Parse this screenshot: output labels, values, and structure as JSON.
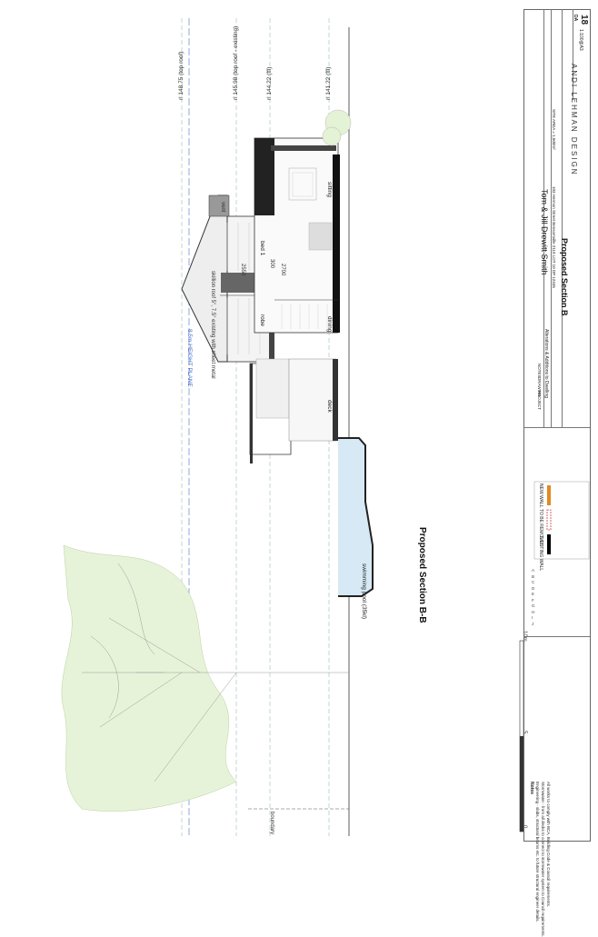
{
  "drawing": {
    "section_title": "Proposed Section B-B",
    "levels": [
      {
        "label": "rl 148.75 (top roof)"
      },
      {
        "label": "rl 145.98 (top roof - existing)"
      },
      {
        "label": "rl 144.22 (ffl)"
      },
      {
        "label": "rl 141.22 (ffl)"
      }
    ],
    "height_plane": "8.5m HEIGHT PLANE",
    "rooms": {
      "bed1": "bed 1",
      "robe": "robe",
      "sitting": "sitting",
      "dining": "dining",
      "deck": "deck",
      "pool": "swimming pool (35kl)",
      "vent": "vent"
    },
    "dimensions": {
      "d2550": "2550",
      "d300": "300",
      "d2700": "2700"
    },
    "roof_note": "skillion roof 5°, 7.5° existing with sheet metal",
    "boundary": "boundary",
    "scale_ticks": [
      "0",
      "5",
      "10m"
    ]
  },
  "legend": {
    "items": [
      {
        "label": "EXISTING WALL",
        "color": "#000000"
      },
      {
        "label": "TO BE REMOVED",
        "color": "#d04040"
      },
      {
        "label": "NEW WALL",
        "color": "#e08a20"
      }
    ]
  },
  "revisions": {
    "rows": [
      "A",
      "B",
      "C",
      "D",
      "E",
      "F",
      "G",
      "H",
      "I",
      "J"
    ]
  },
  "notes": {
    "heading": "Notes",
    "lines": [
      "Engineering - slabs, structural beams etc. to future structural engineer details.",
      "Stormwater - from all decks to connect to stormwater system to Council requirements.",
      "All works to comply with BCA, Building Code & Council requirements."
    ]
  },
  "title_block": {
    "client": "Tom & Jill Drewitt Smith",
    "address": "103 Hermon Street Bensomville 2119 LOT 10 DP 12345",
    "site_area": "SITE AREA = 1,500m²",
    "project_label": "PROJECT",
    "project": "Alterations & Additions to Dwelling",
    "drawing_label": "DRAWING",
    "drawing": "Proposed Section B",
    "notes_label": "NOTES",
    "firm": "ANDI LEHMAN DESIGN",
    "sheet": "18",
    "scale": "1:100@A3",
    "drawing_no": "DA"
  }
}
